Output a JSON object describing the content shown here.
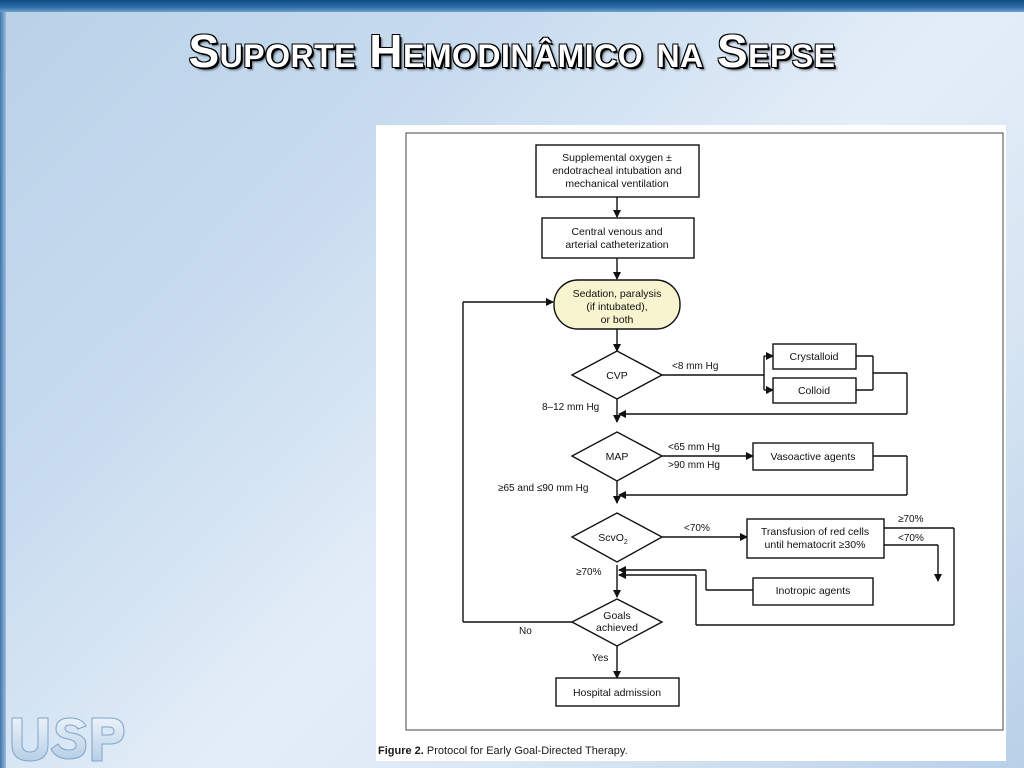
{
  "slide": {
    "title": "Suporte Hemodinâmico na Sepse"
  },
  "logo": {
    "text": "USP"
  },
  "figure": {
    "caption_label": "Figure 2.",
    "caption_text": " Protocol for Early Goal-Directed Therapy."
  },
  "flowchart": {
    "box_oxygen": [
      "Supplemental oxygen ±",
      "endotracheal intubation and",
      "mechanical ventilation"
    ],
    "box_catheter": [
      "Central venous and",
      "arterial catheterization"
    ],
    "box_sedation": [
      "Sedation, paralysis",
      "(if intubated),",
      "or both"
    ],
    "diamond_cvp": "CVP",
    "diamond_map": "MAP",
    "diamond_scvo2_main": "ScvO",
    "diamond_scvo2_sub": "2",
    "diamond_goals": [
      "Goals",
      "achieved"
    ],
    "box_crystalloid": "Crystalloid",
    "box_colloid": "Colloid",
    "box_vasoactive": "Vasoactive agents",
    "box_transfusion": [
      "Transfusion of red cells",
      "until hematocrit ≥30%"
    ],
    "box_inotropic": "Inotropic agents",
    "box_admission": "Hospital admission",
    "label_cvp_low": "<8 mm Hg",
    "label_cvp_ok": "8–12 mm Hg",
    "label_map_low": "<65 mm Hg",
    "label_map_high": ">90 mm Hg",
    "label_map_ok": "≥65 and ≤90 mm Hg",
    "label_scvo2_low": "<70%",
    "label_scvo2_ok": "≥70%",
    "label_transfusion_ok": "≥70%",
    "label_transfusion_low": "<70%",
    "label_no": "No",
    "label_yes": "Yes"
  }
}
